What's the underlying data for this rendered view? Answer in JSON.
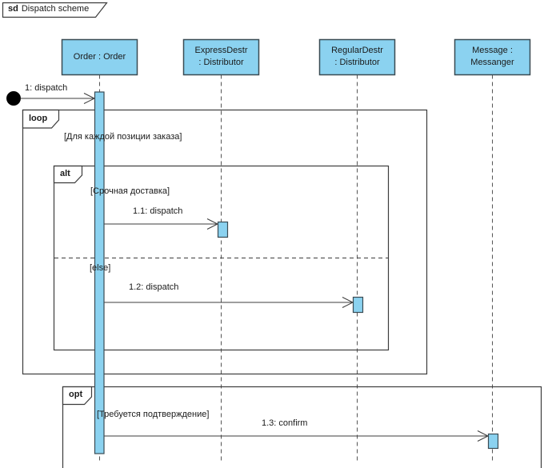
{
  "frame": {
    "keyword": "sd",
    "title": "Dispatch scheme"
  },
  "colors": {
    "node_fill": "#8bd2f0",
    "node_stroke": "#3a4b53",
    "frame_stroke": "#3c3c3c",
    "lifeline_color": "#555555",
    "arrow_color": "#3c3c3c"
  },
  "lifelines": [
    {
      "line1": "Order : Order",
      "line2": ""
    },
    {
      "line1": "ExpressDestr",
      "line2": ": Distributor"
    },
    {
      "line1": "RegularDestr",
      "line2": ": Distributor"
    },
    {
      "line1": "Message :",
      "line2": "Messanger"
    }
  ],
  "fragments": [
    {
      "operator": "loop",
      "guard": "[Для каждой позиции заказа]"
    },
    {
      "operator": "alt",
      "guard": "[Срочная доставка]",
      "else_guard": "[else]"
    },
    {
      "operator": "opt",
      "guard": "[Требуется подтверждение]"
    }
  ],
  "messages": [
    {
      "label": "1: dispatch"
    },
    {
      "label": "1.1: dispatch"
    },
    {
      "label": "1.2: dispatch"
    },
    {
      "label": "1.3: confirm"
    }
  ]
}
